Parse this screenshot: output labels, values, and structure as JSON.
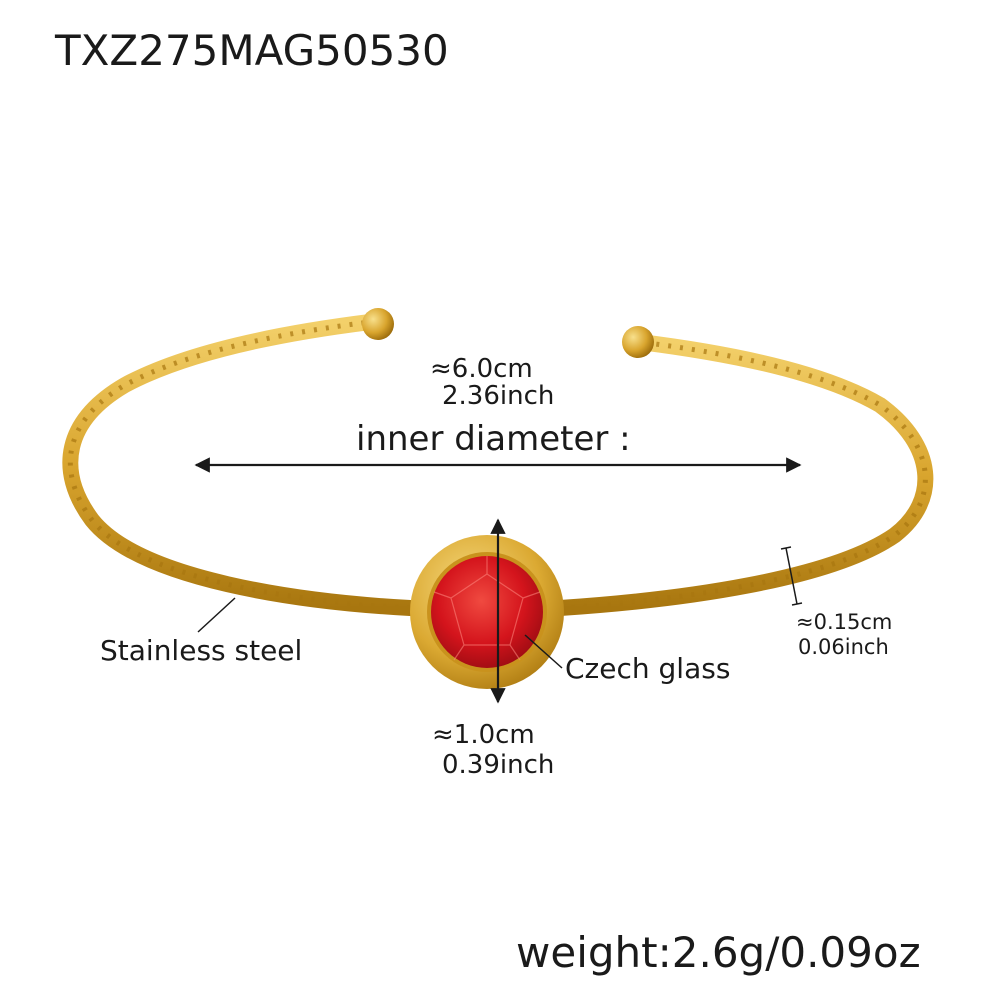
{
  "product": {
    "sku": "TXZ275MAG50530",
    "weight": "weight:2.6g/0.09oz"
  },
  "dimensions": {
    "inner_diameter_cm": "≈6.0cm",
    "inner_diameter_inch": "2.36inch",
    "inner_diameter_label": "inner diameter :",
    "wire_thickness_cm": "≈0.15cm",
    "wire_thickness_inch": "0.06inch",
    "stone_size_cm": "≈1.0cm",
    "stone_size_inch": "0.39inch"
  },
  "materials": {
    "band": "Stainless steel",
    "stone": "Czech glass"
  },
  "colors": {
    "gold": "#d9a52e",
    "gold_dark": "#b07d14",
    "gold_light": "#f3d06a",
    "stone": "#d4141c",
    "annotation": "#1a1a1a"
  }
}
